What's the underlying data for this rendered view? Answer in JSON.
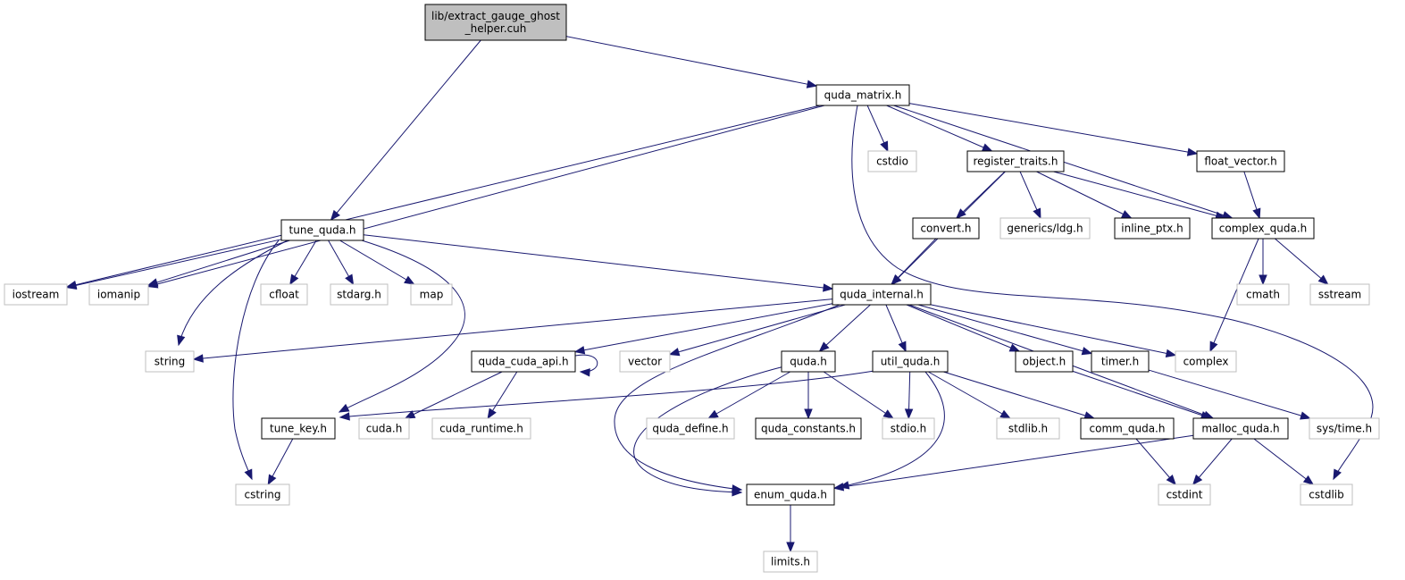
{
  "colors": {
    "edge": "#191970",
    "root_fill": "#bfbfbf",
    "node_fill": "#ffffff",
    "documented_border": "#000000",
    "external_border": "#bfbfbf",
    "external_text": "#000000"
  },
  "nodes": [
    {
      "id": "root",
      "lines": [
        "lib/extract_gauge_ghost",
        "_helper.cuh"
      ],
      "kind": "root"
    },
    {
      "id": "quda_matrix",
      "lines": [
        "quda_matrix.h"
      ],
      "kind": "documented"
    },
    {
      "id": "tune_quda",
      "lines": [
        "tune_quda.h"
      ],
      "kind": "documented"
    },
    {
      "id": "iostream",
      "lines": [
        "iostream"
      ],
      "kind": "external"
    },
    {
      "id": "iomanip",
      "lines": [
        "iomanip"
      ],
      "kind": "external"
    },
    {
      "id": "cstdio",
      "lines": [
        "cstdio"
      ],
      "kind": "external"
    },
    {
      "id": "register_traits",
      "lines": [
        "register_traits.h"
      ],
      "kind": "documented"
    },
    {
      "id": "float_vector",
      "lines": [
        "float_vector.h"
      ],
      "kind": "documented"
    },
    {
      "id": "convert",
      "lines": [
        "convert.h"
      ],
      "kind": "documented"
    },
    {
      "id": "generics_ldg",
      "lines": [
        "generics/ldg.h"
      ],
      "kind": "external"
    },
    {
      "id": "inline_ptx",
      "lines": [
        "inline_ptx.h"
      ],
      "kind": "documented"
    },
    {
      "id": "complex_quda",
      "lines": [
        "complex_quda.h"
      ],
      "kind": "documented"
    },
    {
      "id": "cfloat",
      "lines": [
        "cfloat"
      ],
      "kind": "external"
    },
    {
      "id": "stdarg",
      "lines": [
        "stdarg.h"
      ],
      "kind": "external"
    },
    {
      "id": "map",
      "lines": [
        "map"
      ],
      "kind": "external"
    },
    {
      "id": "quda_internal",
      "lines": [
        "quda_internal.h"
      ],
      "kind": "documented"
    },
    {
      "id": "cmath",
      "lines": [
        "cmath"
      ],
      "kind": "external"
    },
    {
      "id": "sstream",
      "lines": [
        "sstream"
      ],
      "kind": "external"
    },
    {
      "id": "string",
      "lines": [
        "string"
      ],
      "kind": "external"
    },
    {
      "id": "quda_cuda_api",
      "lines": [
        "quda_cuda_api.h"
      ],
      "kind": "documented"
    },
    {
      "id": "vector",
      "lines": [
        "vector"
      ],
      "kind": "external"
    },
    {
      "id": "quda",
      "lines": [
        "quda.h"
      ],
      "kind": "documented"
    },
    {
      "id": "util_quda",
      "lines": [
        "util_quda.h"
      ],
      "kind": "documented"
    },
    {
      "id": "object",
      "lines": [
        "object.h"
      ],
      "kind": "documented"
    },
    {
      "id": "timer",
      "lines": [
        "timer.h"
      ],
      "kind": "documented"
    },
    {
      "id": "complex",
      "lines": [
        "complex"
      ],
      "kind": "external"
    },
    {
      "id": "tune_key",
      "lines": [
        "tune_key.h"
      ],
      "kind": "documented"
    },
    {
      "id": "cuda",
      "lines": [
        "cuda.h"
      ],
      "kind": "external"
    },
    {
      "id": "cuda_runtime",
      "lines": [
        "cuda_runtime.h"
      ],
      "kind": "external"
    },
    {
      "id": "quda_define",
      "lines": [
        "quda_define.h"
      ],
      "kind": "external"
    },
    {
      "id": "quda_constants",
      "lines": [
        "quda_constants.h"
      ],
      "kind": "documented"
    },
    {
      "id": "stdio",
      "lines": [
        "stdio.h"
      ],
      "kind": "external"
    },
    {
      "id": "stdlib",
      "lines": [
        "stdlib.h"
      ],
      "kind": "external"
    },
    {
      "id": "comm_quda",
      "lines": [
        "comm_quda.h"
      ],
      "kind": "documented"
    },
    {
      "id": "malloc_quda",
      "lines": [
        "malloc_quda.h"
      ],
      "kind": "documented"
    },
    {
      "id": "sys_time",
      "lines": [
        "sys/time.h"
      ],
      "kind": "external"
    },
    {
      "id": "cstring",
      "lines": [
        "cstring"
      ],
      "kind": "external"
    },
    {
      "id": "enum_quda",
      "lines": [
        "enum_quda.h"
      ],
      "kind": "documented"
    },
    {
      "id": "cstdint",
      "lines": [
        "cstdint"
      ],
      "kind": "external"
    },
    {
      "id": "cstdlib",
      "lines": [
        "cstdlib"
      ],
      "kind": "external"
    },
    {
      "id": "limits",
      "lines": [
        "limits.h"
      ],
      "kind": "external"
    }
  ],
  "edges": [
    {
      "from": "root",
      "to": "quda_matrix"
    },
    {
      "from": "root",
      "to": "tune_quda"
    },
    {
      "from": "quda_matrix",
      "to": "iostream"
    },
    {
      "from": "quda_matrix",
      "to": "iomanip"
    },
    {
      "from": "quda_matrix",
      "to": "cstdio"
    },
    {
      "from": "quda_matrix",
      "to": "register_traits"
    },
    {
      "from": "quda_matrix",
      "to": "float_vector"
    },
    {
      "from": "quda_matrix",
      "to": "complex_quda"
    },
    {
      "from": "quda_matrix",
      "to": "cstdlib"
    },
    {
      "from": "tune_quda",
      "to": "iostream"
    },
    {
      "from": "tune_quda",
      "to": "iomanip"
    },
    {
      "from": "tune_quda",
      "to": "string"
    },
    {
      "from": "tune_quda",
      "to": "cstring"
    },
    {
      "from": "tune_quda",
      "to": "cfloat"
    },
    {
      "from": "tune_quda",
      "to": "stdarg"
    },
    {
      "from": "tune_quda",
      "to": "map"
    },
    {
      "from": "tune_quda",
      "to": "tune_key"
    },
    {
      "from": "tune_quda",
      "to": "quda_internal"
    },
    {
      "from": "register_traits",
      "to": "quda_internal"
    },
    {
      "from": "register_traits",
      "to": "convert"
    },
    {
      "from": "register_traits",
      "to": "generics_ldg"
    },
    {
      "from": "register_traits",
      "to": "inline_ptx"
    },
    {
      "from": "register_traits",
      "to": "complex_quda"
    },
    {
      "from": "float_vector",
      "to": "complex_quda"
    },
    {
      "from": "convert",
      "to": "quda_internal"
    },
    {
      "from": "complex_quda",
      "to": "cmath"
    },
    {
      "from": "complex_quda",
      "to": "sstream"
    },
    {
      "from": "complex_quda",
      "to": "complex"
    },
    {
      "from": "quda_internal",
      "to": "string"
    },
    {
      "from": "quda_internal",
      "to": "quda_cuda_api"
    },
    {
      "from": "quda_internal",
      "to": "vector"
    },
    {
      "from": "quda_internal",
      "to": "enum_quda"
    },
    {
      "from": "quda_internal",
      "to": "quda"
    },
    {
      "from": "quda_internal",
      "to": "util_quda"
    },
    {
      "from": "quda_internal",
      "to": "malloc_quda"
    },
    {
      "from": "quda_internal",
      "to": "object"
    },
    {
      "from": "quda_internal",
      "to": "timer"
    },
    {
      "from": "quda_internal",
      "to": "complex"
    },
    {
      "from": "quda_cuda_api",
      "to": "quda_cuda_api"
    },
    {
      "from": "quda_cuda_api",
      "to": "cuda"
    },
    {
      "from": "quda_cuda_api",
      "to": "cuda_runtime"
    },
    {
      "from": "quda",
      "to": "enum_quda"
    },
    {
      "from": "quda",
      "to": "quda_define"
    },
    {
      "from": "quda",
      "to": "quda_constants"
    },
    {
      "from": "quda",
      "to": "stdio"
    },
    {
      "from": "util_quda",
      "to": "tune_key"
    },
    {
      "from": "util_quda",
      "to": "stdio"
    },
    {
      "from": "util_quda",
      "to": "enum_quda"
    },
    {
      "from": "util_quda",
      "to": "stdlib"
    },
    {
      "from": "util_quda",
      "to": "comm_quda"
    },
    {
      "from": "object",
      "to": "malloc_quda"
    },
    {
      "from": "timer",
      "to": "sys_time"
    },
    {
      "from": "tune_key",
      "to": "cstring"
    },
    {
      "from": "comm_quda",
      "to": "cstdint"
    },
    {
      "from": "malloc_quda",
      "to": "enum_quda"
    },
    {
      "from": "malloc_quda",
      "to": "cstdint"
    },
    {
      "from": "malloc_quda",
      "to": "cstdlib"
    },
    {
      "from": "enum_quda",
      "to": "limits"
    }
  ]
}
